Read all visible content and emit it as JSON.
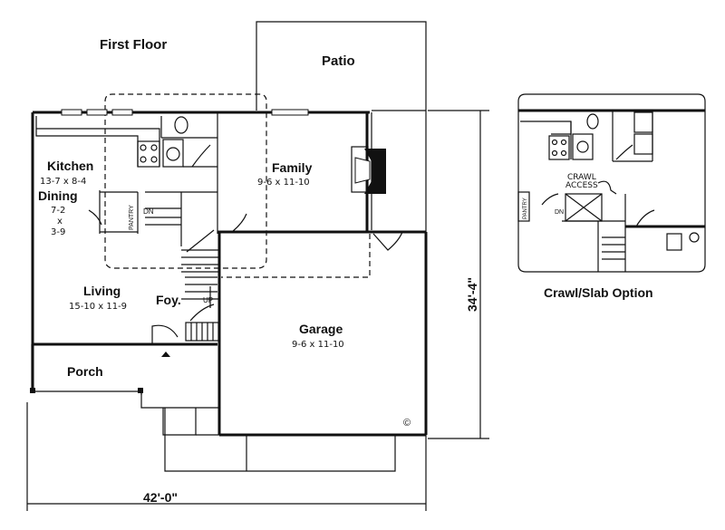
{
  "title": "First Floor",
  "rooms": {
    "patio": {
      "name": "Patio"
    },
    "kitchen": {
      "name": "Kitchen",
      "size": "13-7 x 8-4"
    },
    "dining": {
      "name": "Dining",
      "size_line1": "7-2",
      "size_line2": "x",
      "size_line3": "3-9"
    },
    "family": {
      "name": "Family",
      "size": "9-6 x 11-10"
    },
    "living": {
      "name": "Living",
      "size": "15-10 x 11-9"
    },
    "foyer": {
      "name": "Foy."
    },
    "garage": {
      "name": "Garage",
      "size": "9-6 x 11-10"
    },
    "porch": {
      "name": "Porch"
    }
  },
  "labels": {
    "pantry": "PANTRY",
    "dn": "DN",
    "up": "UP",
    "copyright": "©"
  },
  "dimensions": {
    "width": "42'-0\"",
    "depth": "34'-4\""
  },
  "option": {
    "title": "Crawl/Slab Option",
    "crawl_line1": "CRAWL",
    "crawl_line2": "ACCESS",
    "pantry": "PANTRY",
    "dn": "DN"
  }
}
